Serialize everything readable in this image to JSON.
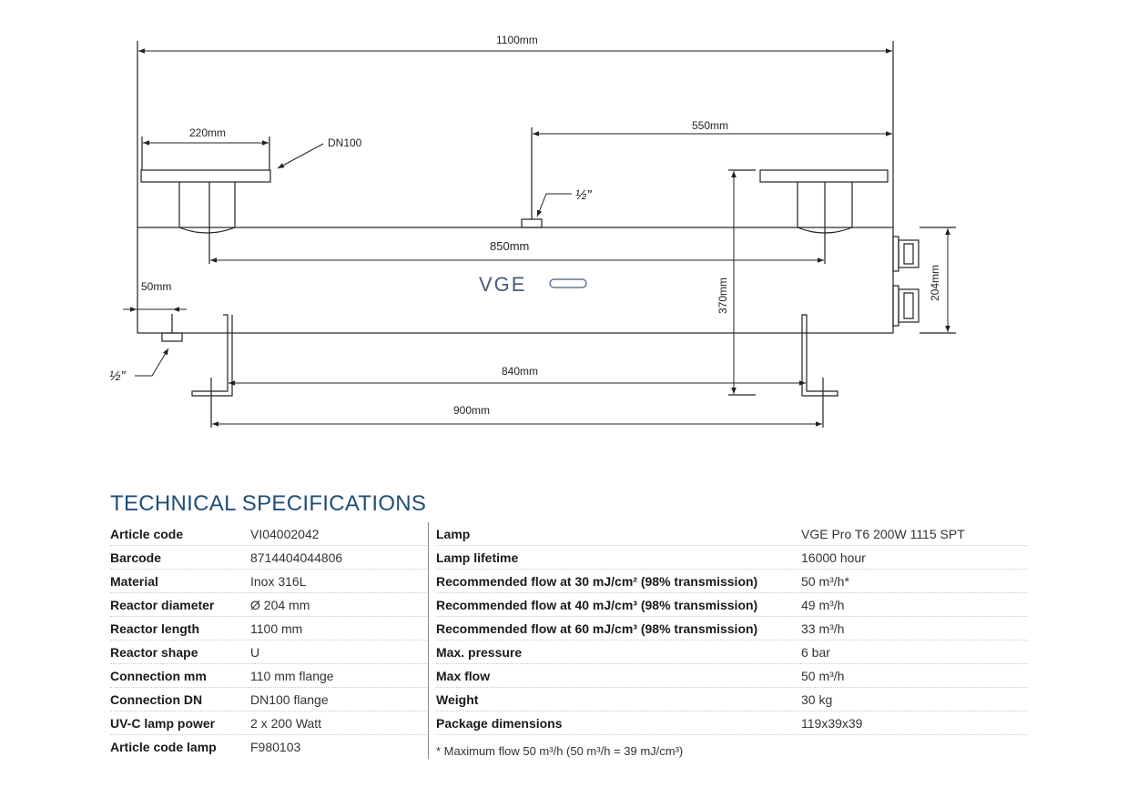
{
  "drawing": {
    "dims": {
      "overall_length": "1100mm",
      "flange_width": "220mm",
      "flange_type": "DN100",
      "half_length": "550mm",
      "port_top": "½”",
      "inner_length": "850mm",
      "offset": "50mm",
      "port_bottom": "½”",
      "height": "370mm",
      "diameter": "204mm",
      "feet_inner": "840mm",
      "feet_outer": "900mm"
    },
    "logo_text": "VGE"
  },
  "specs": {
    "title": "TECHNICAL SPECIFICATIONS",
    "left": [
      {
        "label": "Article code",
        "value": "VI04002042"
      },
      {
        "label": "Barcode",
        "value": "8714404044806"
      },
      {
        "label": "Material",
        "value": "Inox 316L"
      },
      {
        "label": "Reactor diameter",
        "value": "Ø 204 mm"
      },
      {
        "label": "Reactor length",
        "value": "1100 mm"
      },
      {
        "label": "Reactor shape",
        "value": "U"
      },
      {
        "label": "Connection mm",
        "value": "110 mm flange"
      },
      {
        "label": "Connection DN",
        "value": "DN100 flange"
      },
      {
        "label": "UV-C lamp power",
        "value": "2 x 200 Watt"
      },
      {
        "label": "Article code lamp",
        "value": "F980103"
      }
    ],
    "right": [
      {
        "label": "Lamp",
        "value": "VGE Pro T6 200W 1115 SPT"
      },
      {
        "label": "Lamp lifetime",
        "value": "16000 hour"
      },
      {
        "label": "Recommended flow at 30 mJ/cm² (98% transmission)",
        "value": "50 m³/h*"
      },
      {
        "label": "Recommended flow at 40 mJ/cm³ (98% transmission)",
        "value": "49 m³/h"
      },
      {
        "label": "Recommended flow at 60 mJ/cm³ (98% transmission)",
        "value": "33 m³/h"
      },
      {
        "label": "Max. pressure",
        "value": "6 bar"
      },
      {
        "label": "Max flow",
        "value": "50 m³/h"
      },
      {
        "label": "Weight",
        "value": "30 kg"
      },
      {
        "label": "Package dimensions",
        "value": "119x39x39"
      }
    ],
    "footnote": "* Maximum flow 50 m³/h (50 m³/h = 39 mJ/cm³)"
  }
}
